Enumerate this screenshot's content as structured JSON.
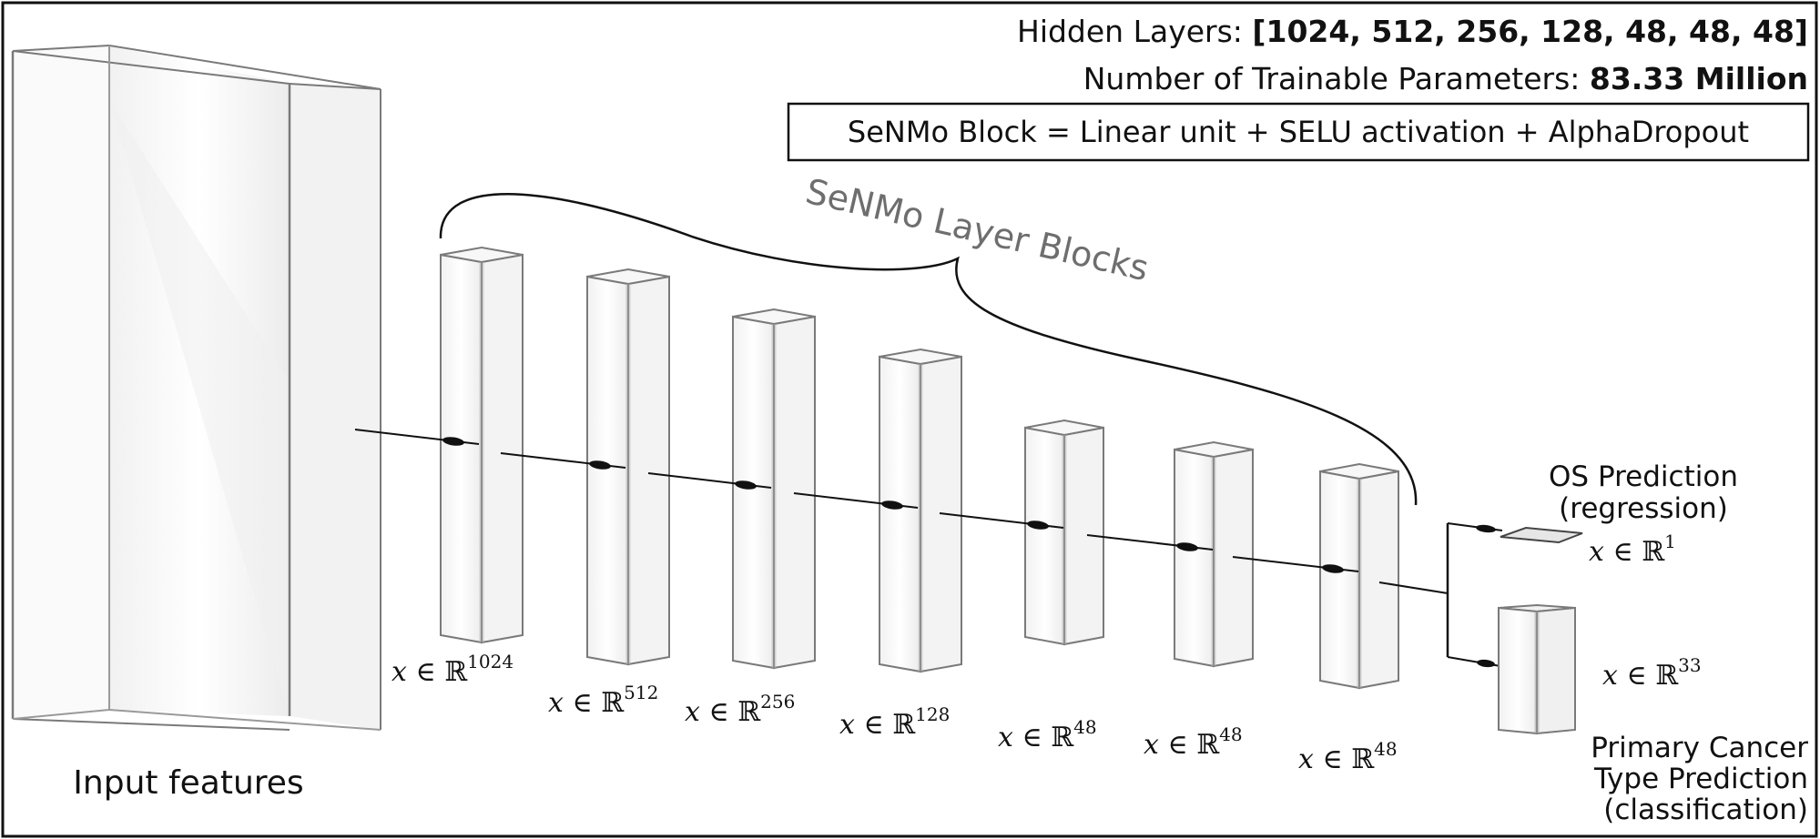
{
  "header": {
    "hidden_layers_label": "Hidden Layers: ",
    "hidden_layers_value": "[1024, 512, 256, 128, 48, 48, 48]",
    "params_label": "Number of Trainable Parameters: ",
    "params_value": "83.33 Million"
  },
  "block_definition": {
    "text": "SeNMo Block =  Linear unit  +  SELU activation  +  AlphaDropout"
  },
  "input": {
    "label": "Input features"
  },
  "blocks_title": "SeNMo Layer Blocks",
  "math": {
    "x": "x",
    "in": " ∈ ",
    "real": "ℝ"
  },
  "layers": [
    {
      "dim": "1024"
    },
    {
      "dim": "512"
    },
    {
      "dim": "256"
    },
    {
      "dim": "128"
    },
    {
      "dim": "48"
    },
    {
      "dim": "48"
    },
    {
      "dim": "48"
    }
  ],
  "outputs": {
    "os": {
      "line1": "OS Prediction",
      "line2": "(regression)",
      "dim": "1"
    },
    "cancer": {
      "line1": "Primary Cancer",
      "line2": "Type Prediction",
      "line3": "(classification)",
      "dim": "33"
    }
  },
  "colors": {
    "frame": "#111111",
    "box_edge": "#7a7a7a",
    "box_fill": "#f4f4f4",
    "title_gray": "#6e6e6e"
  }
}
